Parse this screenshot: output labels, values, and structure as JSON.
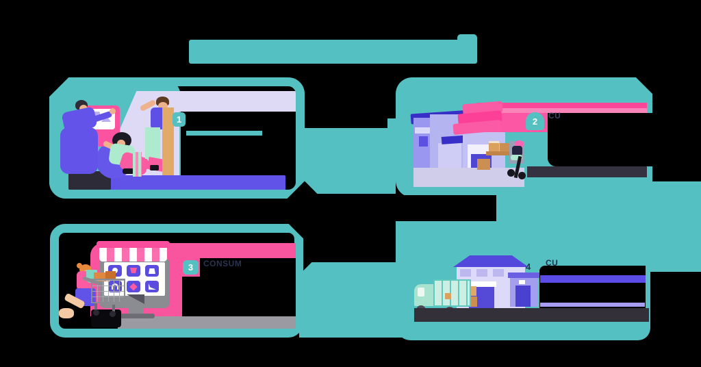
{
  "infographic": {
    "step_badges": [
      "1",
      "2",
      "3",
      "4"
    ],
    "text_fragments": {
      "step1": "",
      "step2": "CU",
      "step3": "CONSUM",
      "step4": "CU"
    },
    "scenes": {
      "step1": "team-presentation-scene",
      "step2": "supplier-store-scene",
      "step3": "online-shopping-cart-scene",
      "step4": "warehouse-delivery-truck-scene"
    },
    "palette": {
      "teal": "#54c0c2",
      "pale_cyan": "#b5f5ef",
      "pink": "#fb4d9e",
      "pink_light": "#f884ba",
      "pink_backdrop": "#f9559e",
      "purple_vivid": "#6152e8",
      "purple_bar": "#5b4ce8",
      "purple_light_bar": "#a79df2",
      "roof_blue": "#382ec8",
      "periwinkle": "#b4b4f0",
      "lavender": "#ded9f5",
      "mint": "#aeeacd",
      "tan": "#e0a968",
      "skin": "#eeb28d",
      "charcoal": "#343240",
      "grey": "#9b9aa2",
      "navy_text": "#2a3350"
    }
  }
}
